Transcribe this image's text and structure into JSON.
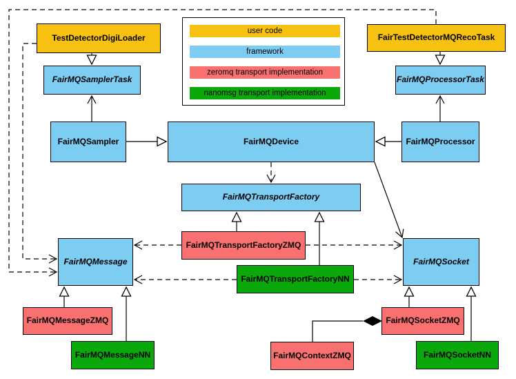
{
  "palette": {
    "user_code": "#F7C212",
    "framework": "#7DCCF2",
    "zeromq": "#F87170",
    "nanomsg": "#0BA80B",
    "line": "#000000",
    "background": "#FFFFFF"
  },
  "legend": {
    "items": [
      {
        "label": "user code",
        "color": "#F7C212"
      },
      {
        "label": "framework",
        "color": "#7DCCF2"
      },
      {
        "label": "zeromq transport implementation",
        "color": "#F87170"
      },
      {
        "label": "nanomsg transport implementation",
        "color": "#0BA80B"
      }
    ]
  },
  "nodes": {
    "testDetectorDigiLoader": {
      "label": "TestDetectorDigiLoader",
      "category": "user_code",
      "abstract": false
    },
    "fairTestDetectorMQRecoTask": {
      "label": "FairTestDetectorMQRecoTask",
      "category": "user_code",
      "abstract": false
    },
    "fairMQSamplerTask": {
      "label": "FairMQSamplerTask",
      "category": "framework",
      "abstract": true
    },
    "fairMQProcessorTask": {
      "label": "FairMQProcessorTask",
      "category": "framework",
      "abstract": true
    },
    "fairMQSampler": {
      "label": "FairMQSampler",
      "category": "framework",
      "abstract": false
    },
    "fairMQDevice": {
      "label": "FairMQDevice",
      "category": "framework",
      "abstract": false
    },
    "fairMQProcessor": {
      "label": "FairMQProcessor",
      "category": "framework",
      "abstract": false
    },
    "fairMQTransportFactory": {
      "label": "FairMQTransportFactory",
      "category": "framework",
      "abstract": true
    },
    "fairMQTransportFactoryZMQ": {
      "label": "FairMQTransportFactoryZMQ",
      "category": "zeromq",
      "abstract": false
    },
    "fairMQTransportFactoryNN": {
      "label": "FairMQTransportFactoryNN",
      "category": "nanomsg",
      "abstract": false
    },
    "fairMQMessage": {
      "label": "FairMQMessage",
      "category": "framework",
      "abstract": true
    },
    "fairMQSocket": {
      "label": "FairMQSocket",
      "category": "framework",
      "abstract": true
    },
    "fairMQMessageZMQ": {
      "label": "FairMQMessageZMQ",
      "category": "zeromq",
      "abstract": false
    },
    "fairMQMessageNN": {
      "label": "FairMQMessageNN",
      "category": "nanomsg",
      "abstract": false
    },
    "fairMQSocketZMQ": {
      "label": "FairMQSocketZMQ",
      "category": "zeromq",
      "abstract": false
    },
    "fairMQSocketNN": {
      "label": "FairMQSocketNN",
      "category": "nanomsg",
      "abstract": false
    },
    "fairMQContextZMQ": {
      "label": "FairMQContextZMQ",
      "category": "zeromq",
      "abstract": false
    }
  },
  "edges": [
    {
      "from": "TestDetectorDigiLoader",
      "to": "FairMQSamplerTask",
      "type": "inheritance"
    },
    {
      "from": "FairTestDetectorMQRecoTask",
      "to": "FairMQProcessorTask",
      "type": "inheritance"
    },
    {
      "from": "FairMQSampler",
      "to": "FairMQSamplerTask",
      "type": "association"
    },
    {
      "from": "FairMQProcessor",
      "to": "FairMQProcessorTask",
      "type": "association"
    },
    {
      "from": "FairMQSampler",
      "to": "FairMQDevice",
      "type": "inheritance"
    },
    {
      "from": "FairMQProcessor",
      "to": "FairMQDevice",
      "type": "inheritance"
    },
    {
      "from": "FairMQDevice",
      "to": "FairMQTransportFactory",
      "type": "dependency"
    },
    {
      "from": "FairMQDevice",
      "to": "FairMQSocket",
      "type": "association"
    },
    {
      "from": "FairMQTransportFactoryZMQ",
      "to": "FairMQTransportFactory",
      "type": "inheritance"
    },
    {
      "from": "FairMQTransportFactoryNN",
      "to": "FairMQTransportFactory",
      "type": "inheritance"
    },
    {
      "from": "FairMQTransportFactoryZMQ",
      "to": "FairMQMessage",
      "type": "dependency"
    },
    {
      "from": "FairMQTransportFactoryZMQ",
      "to": "FairMQSocket",
      "type": "dependency"
    },
    {
      "from": "FairMQTransportFactoryNN",
      "to": "FairMQMessage",
      "type": "dependency"
    },
    {
      "from": "FairMQTransportFactoryNN",
      "to": "FairMQSocket",
      "type": "dependency"
    },
    {
      "from": "TestDetectorDigiLoader",
      "to": "FairMQMessage",
      "type": "dependency"
    },
    {
      "from": "FairTestDetectorMQRecoTask",
      "to": "FairMQMessage",
      "type": "dependency"
    },
    {
      "from": "FairMQMessageZMQ",
      "to": "FairMQMessage",
      "type": "inheritance"
    },
    {
      "from": "FairMQMessageNN",
      "to": "FairMQMessage",
      "type": "inheritance"
    },
    {
      "from": "FairMQSocketZMQ",
      "to": "FairMQSocket",
      "type": "inheritance"
    },
    {
      "from": "FairMQSocketNN",
      "to": "FairMQSocket",
      "type": "inheritance"
    },
    {
      "from": "FairMQContextZMQ",
      "to": "FairMQSocketZMQ",
      "type": "composition"
    }
  ]
}
